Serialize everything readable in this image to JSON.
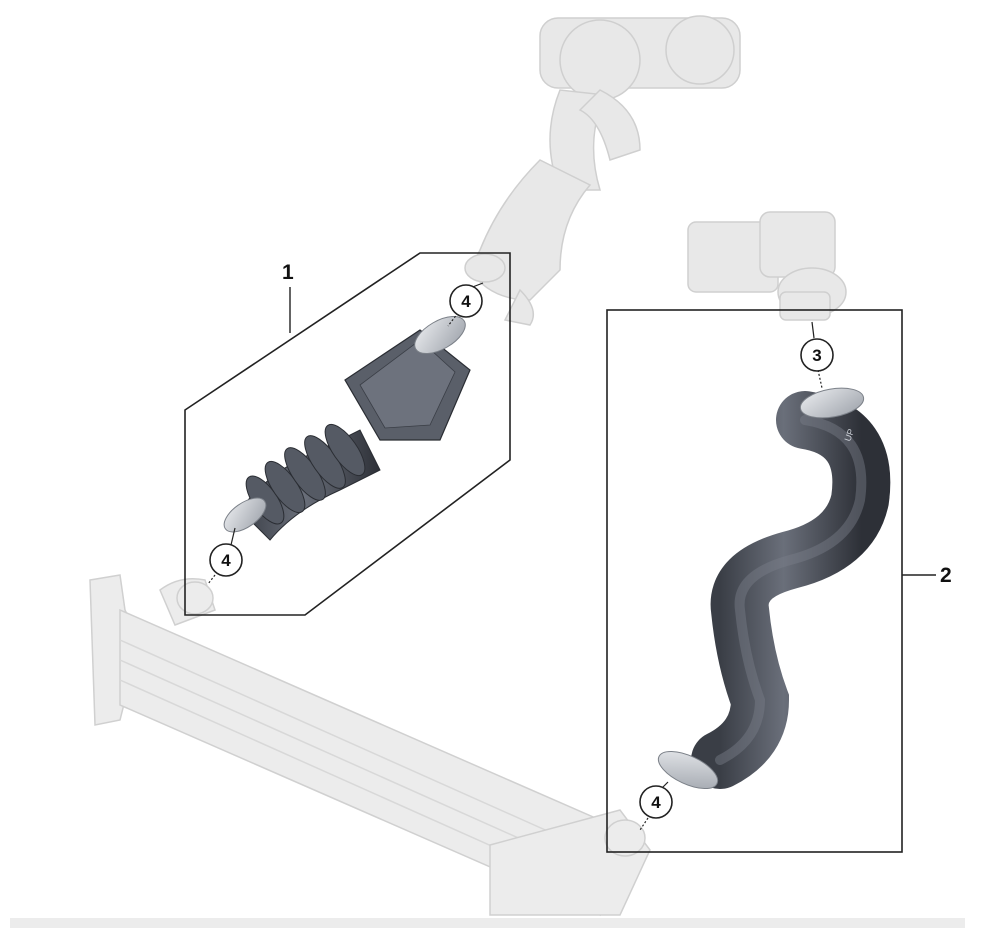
{
  "diagram": {
    "parts": [
      {
        "label": "1"
      },
      {
        "label": "2"
      }
    ],
    "callouts": [
      {
        "label": "4"
      },
      {
        "label": "4"
      },
      {
        "label": "3"
      },
      {
        "label": "4"
      }
    ],
    "hose_marking": "UP"
  },
  "colors": {
    "ghost_part": "#e6e6e6",
    "hose": "#4d525c",
    "clamp": "#c9ccd2",
    "line": "#222222"
  }
}
